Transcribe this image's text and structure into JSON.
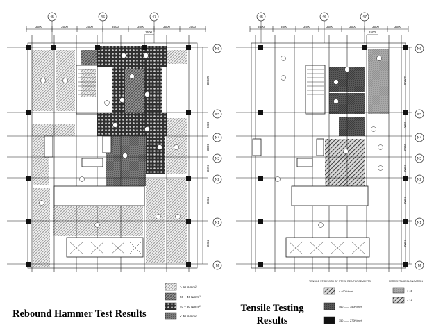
{
  "left_plan": {
    "column_tags": [
      "45",
      "46",
      "47"
    ],
    "row_tags": [
      "N6",
      "N5",
      "N4",
      "N3",
      "N2",
      "N1",
      "M"
    ],
    "top_dims": [
      "3500",
      "3500",
      "3500",
      "3500",
      "3500",
      "3500",
      "3500"
    ],
    "offset_dim": "1500",
    "side_dims": [
      "10000",
      "3800",
      "3600",
      "2600",
      "7800",
      "7800"
    ],
    "caption": "Rebound Hammer Test Results",
    "legend": [
      {
        "label": "> 50 N/mm²",
        "swatch": "light"
      },
      {
        "label": "50 – 40 N/mm²",
        "swatch": "mid"
      },
      {
        "label": "40 – 30 N/mm²",
        "swatch": "dark"
      },
      {
        "label": "< 30 N/mm²",
        "swatch": "grey"
      }
    ]
  },
  "right_plan": {
    "column_tags": [
      "45",
      "46",
      "47"
    ],
    "row_tags": [
      "N6",
      "N5",
      "N4",
      "N3",
      "N2",
      "N1",
      "M"
    ],
    "top_dims": [
      "3500",
      "3500",
      "3500",
      "3500",
      "3500",
      "3500",
      "3500"
    ],
    "offset_dim": "1500",
    "side_dims": [
      "10000",
      "3800",
      "3600",
      "2600",
      "7800",
      "7800"
    ],
    "caption_line1": "Tensile Testing",
    "caption_line2": "Results",
    "legend_heading_left": "TENSILE STRENGTH OF STEEL REINFORCEMENTS",
    "legend_heading_right": "PERCENTAGE ELONGATION",
    "legend_left": [
      {
        "label": "< 460N/mm²",
        "swatch": "hatch"
      },
      {
        "label": "460 —— 350N/mm²",
        "swatch": "darkgrey"
      },
      {
        "label": "350 —— 270N/mm²",
        "swatch": "black"
      }
    ],
    "legend_right": [
      {
        "label": "> 14",
        "swatch": "grey"
      },
      {
        "label": "< 14",
        "swatch": "hatch"
      }
    ]
  },
  "colors": {
    "line": "#1a1a1a",
    "light_fill": "#e6e6e6",
    "mid_fill": "#7a7a7a",
    "dark_fill": "#3a3a3a",
    "grey_fill": "#9a9a9a"
  }
}
